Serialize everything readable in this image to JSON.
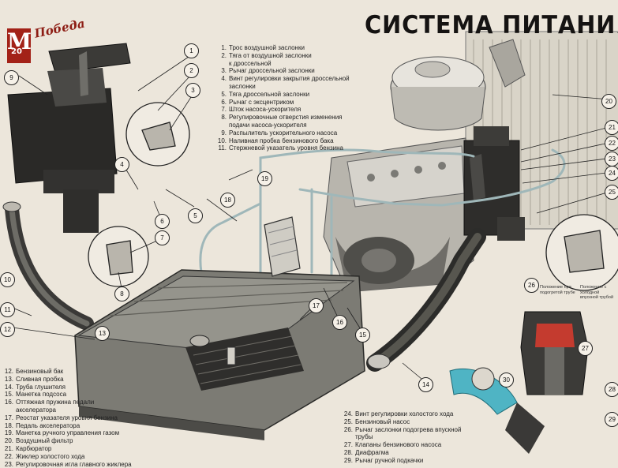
{
  "title": "СИСТЕМА ПИТАНИЯ",
  "logo": {
    "letter": "М",
    "model_number": "20",
    "wordmark": "Победа"
  },
  "legend_top": [
    {
      "n": "1.",
      "t": "Трос воздушной заслонки"
    },
    {
      "n": "2.",
      "t": "Тяга от воздушной заслонки"
    },
    {
      "n": "",
      "t": "к дроссельной"
    },
    {
      "n": "3.",
      "t": "Рычаг дроссельной заслонки"
    },
    {
      "n": "4.",
      "t": "Винт регулировки закрытия дроссельной"
    },
    {
      "n": "",
      "t": "заслонки"
    },
    {
      "n": "5.",
      "t": "Тяга дроссельной заслонки"
    },
    {
      "n": "6.",
      "t": "Рычаг с эксцентриком"
    },
    {
      "n": "7.",
      "t": "Шток насоса-ускорителя"
    },
    {
      "n": "8.",
      "t": "Регулировочные отверстия изменения"
    },
    {
      "n": "",
      "t": "подачи насоса-ускорителя"
    },
    {
      "n": "9.",
      "t": "Распылитель ускорительного насоса"
    },
    {
      "n": "10.",
      "t": "Наливная пробка бензинового бака"
    },
    {
      "n": "11.",
      "t": "Стержневой указатель уровня бензина"
    }
  ],
  "legend_left": [
    {
      "n": "12.",
      "t": "Бензиновый бак"
    },
    {
      "n": "13.",
      "t": "Сливная пробка"
    },
    {
      "n": "14.",
      "t": "Труба глушителя"
    },
    {
      "n": "15.",
      "t": "Манетка подсоса"
    },
    {
      "n": "16.",
      "t": "Оттяжная пружина педали"
    },
    {
      "n": "",
      "t": "акселератора"
    },
    {
      "n": "17.",
      "t": "Реостат указателя уровня бензина"
    },
    {
      "n": "18.",
      "t": "Педаль акселератора"
    },
    {
      "n": "19.",
      "t": "Манетка ручного управления газом"
    },
    {
      "n": "20.",
      "t": "Воздушный фильтр"
    },
    {
      "n": "21.",
      "t": "Карбюратор"
    },
    {
      "n": "22.",
      "t": "Жиклер холостого хода"
    },
    {
      "n": "23.",
      "t": "Регулировочная игла главного жиклера"
    }
  ],
  "legend_bottom": [
    {
      "n": "24.",
      "t": "Винт регулировки холостого хода"
    },
    {
      "n": "25.",
      "t": "Бензиновый насос"
    },
    {
      "n": "26.",
      "t": "Рычаг заслонки подогрева впускной"
    },
    {
      "n": "",
      "t": "трубы"
    },
    {
      "n": "27.",
      "t": "Клапаны бензинового насоса"
    },
    {
      "n": "28.",
      "t": "Диафрагма"
    },
    {
      "n": "29.",
      "t": "Рычаг ручной подкачки"
    }
  ],
  "callouts": [
    "1",
    "2",
    "3",
    "4",
    "5",
    "6",
    "7",
    "8",
    "9",
    "10",
    "11",
    "12",
    "13",
    "14",
    "15",
    "16",
    "17",
    "18",
    "19",
    "20",
    "21",
    "22",
    "23",
    "24",
    "25",
    "26",
    "27",
    "28",
    "29",
    "30"
  ],
  "inset_notes": {
    "left": [
      "Положение при",
      "подогретой трубе"
    ],
    "right": [
      "Положение с",
      "холодной",
      "впускной трубой"
    ]
  },
  "colors": {
    "background": "#ece6db",
    "ink": "#151312",
    "pipe": "#9fb7b9",
    "accent_red": "#a32218",
    "pump_cyan": "#4fb4c4",
    "engine_grey": "#8a8a86",
    "tank": "#6a6a66"
  }
}
